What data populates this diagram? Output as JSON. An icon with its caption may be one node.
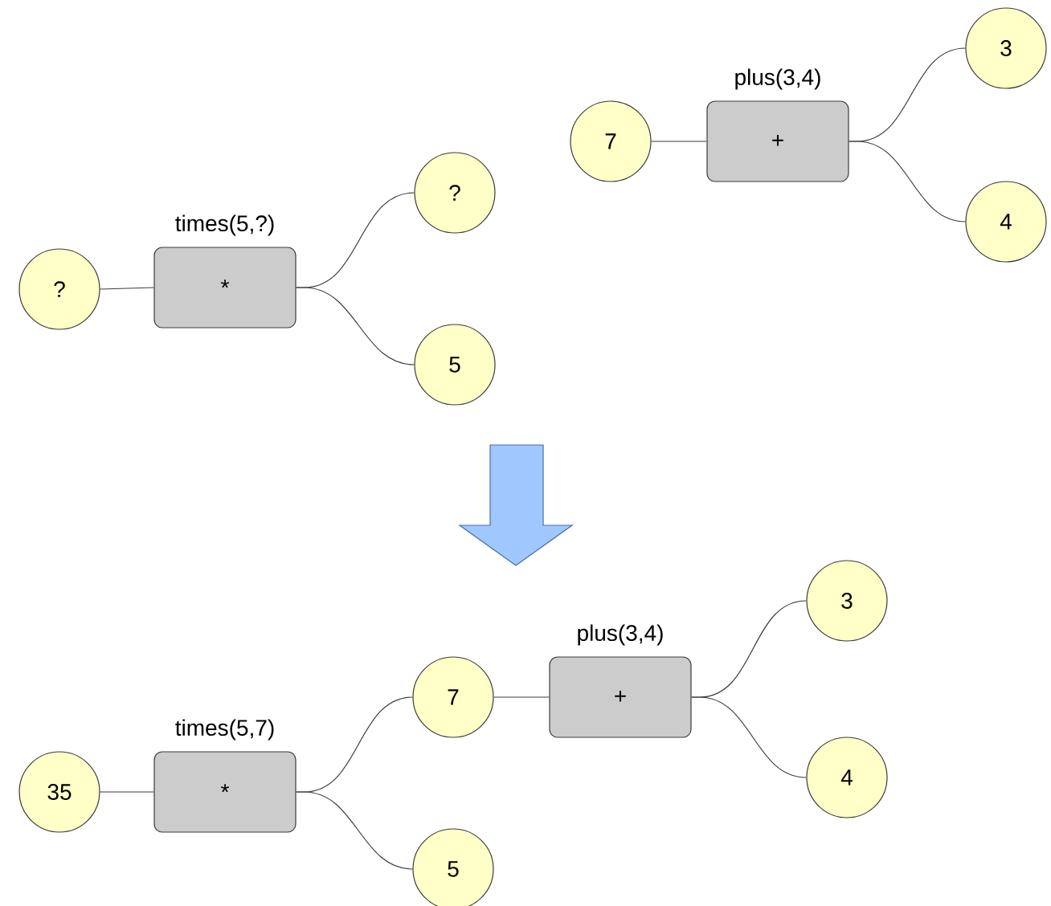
{
  "diagram": {
    "nodes": [
      {
        "text": [
          "?"
        ]
      },
      {
        "text": [
          "times(5,?)",
          "*"
        ]
      },
      {
        "text": [
          "?"
        ]
      },
      {
        "text": [
          "5"
        ]
      },
      {
        "text": [
          "7"
        ]
      },
      {
        "text": [
          "plus(3,4)",
          "+"
        ]
      },
      {
        "text": [
          "3"
        ]
      },
      {
        "text": [
          "4"
        ]
      },
      {
        "text": [
          "35"
        ]
      },
      {
        "text": [
          "times(5,7)",
          "*"
        ]
      },
      {
        "text": [
          "7"
        ]
      },
      {
        "text": [
          "5"
        ]
      },
      {
        "text": [
          "plus(3,4)",
          "+"
        ]
      },
      {
        "text": [
          "3"
        ]
      },
      {
        "text": [
          "4"
        ]
      }
    ],
    "edges": [
      {
        "from": 0,
        "to": 1,
        "arrow": "none"
      },
      {
        "from": 1,
        "to": 2,
        "arrow": "none"
      },
      {
        "from": 1,
        "to": 3,
        "arrow": "none"
      },
      {
        "from": 4,
        "to": 5,
        "arrow": "none"
      },
      {
        "from": 5,
        "to": 6,
        "arrow": "none"
      },
      {
        "from": 5,
        "to": 7,
        "arrow": "none"
      },
      {
        "from": 8,
        "to": 9,
        "arrow": "none"
      },
      {
        "from": 9,
        "to": 10,
        "arrow": "none"
      },
      {
        "from": 9,
        "to": 11,
        "arrow": "none"
      },
      {
        "from": 10,
        "to": 12,
        "arrow": "none"
      },
      {
        "from": 12,
        "to": 13,
        "arrow": "none"
      },
      {
        "from": 12,
        "to": 14,
        "arrow": "none"
      }
    ]
  }
}
